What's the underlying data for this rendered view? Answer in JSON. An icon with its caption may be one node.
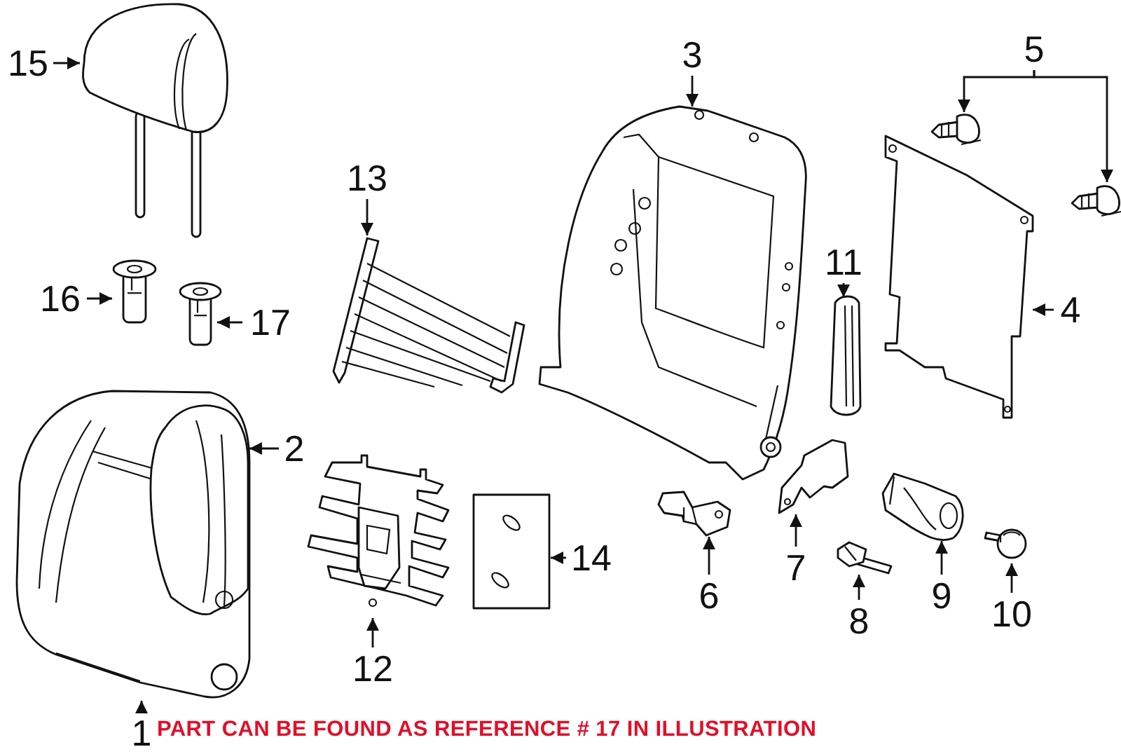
{
  "diagram": {
    "caption": "PART CAN BE FOUND AS REFERENCE # 17 IN ILLUSTRATION",
    "nodes": [
      {
        "text": [
          "15"
        ]
      },
      {
        "text": [],
        "shape": "picture"
      },
      {
        "text": [
          "16"
        ]
      },
      {
        "text": [],
        "shape": "picture"
      },
      {
        "text": [
          "17"
        ]
      },
      {
        "text": [],
        "shape": "picture"
      },
      {
        "text": [
          "13"
        ]
      },
      {
        "text": [],
        "shape": "picture"
      },
      {
        "text": [
          "3"
        ]
      },
      {
        "text": [],
        "shape": "picture"
      },
      {
        "text": [
          "5"
        ]
      },
      {
        "text": [],
        "shape": "picture"
      },
      {
        "text": [],
        "shape": "picture"
      },
      {
        "text": [
          "11"
        ]
      },
      {
        "text": [],
        "shape": "picture"
      },
      {
        "text": [
          "4"
        ]
      },
      {
        "text": [],
        "shape": "picture"
      },
      {
        "text": [],
        "shape": "picture"
      },
      {
        "text": [],
        "shape": "picture",
        "in": 17
      },
      {
        "text": [
          "2"
        ]
      },
      {
        "text": [
          "12"
        ]
      },
      {
        "text": [],
        "shape": "picture"
      },
      {
        "text": [
          "14"
        ]
      },
      {
        "text": [],
        "shape": "picture"
      },
      {
        "text": [
          "6"
        ]
      },
      {
        "text": [],
        "shape": "picture"
      },
      {
        "text": [
          "7"
        ]
      },
      {
        "text": [],
        "shape": "picture"
      },
      {
        "text": [
          "9"
        ]
      },
      {
        "text": [],
        "shape": "picture"
      },
      {
        "text": [
          "10"
        ]
      },
      {
        "text": [],
        "shape": "picture"
      },
      {
        "text": [
          "8"
        ]
      },
      {
        "text": [],
        "shape": "picture"
      },
      {
        "text": [
          "1"
        ]
      }
    ],
    "edges": [
      {
        "from": 0,
        "to": 1,
        "arrow": "to"
      },
      {
        "from": 2,
        "to": 3,
        "arrow": "to"
      },
      {
        "from": 4,
        "to": 5,
        "arrow": "to"
      },
      {
        "from": 6,
        "to": 7,
        "arrow": "to"
      },
      {
        "from": 8,
        "to": 9,
        "arrow": "to"
      },
      {
        "from": 10,
        "to": 11,
        "arrow": "to"
      },
      {
        "from": 10,
        "to": 12,
        "arrow": "to"
      },
      {
        "from": 13,
        "to": 14,
        "arrow": "to"
      },
      {
        "from": 15,
        "to": 16,
        "arrow": "to"
      },
      {
        "from": 19,
        "to": 18,
        "arrow": "to"
      },
      {
        "from": 34,
        "to": 17,
        "arrow": "to"
      },
      {
        "from": 20,
        "to": 21,
        "arrow": "to"
      },
      {
        "from": 22,
        "to": 23,
        "arrow": "to"
      },
      {
        "from": 24,
        "to": 25,
        "arrow": "to"
      },
      {
        "from": 26,
        "to": 27,
        "arrow": "to"
      },
      {
        "from": 28,
        "to": 29,
        "arrow": "to"
      },
      {
        "from": 30,
        "to": 31,
        "arrow": "to"
      },
      {
        "from": 32,
        "to": 33,
        "arrow": "to"
      }
    ]
  }
}
